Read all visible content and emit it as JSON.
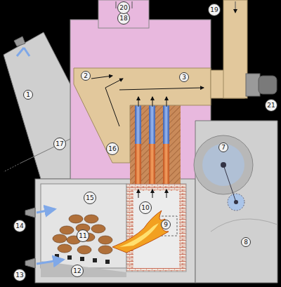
{
  "diagram": {
    "labels": [
      "1",
      "2",
      "3",
      "7",
      "8",
      "9",
      "10",
      "11",
      "12",
      "13",
      "14",
      "15",
      "16",
      "17",
      "18",
      "19",
      "20",
      "21"
    ]
  }
}
